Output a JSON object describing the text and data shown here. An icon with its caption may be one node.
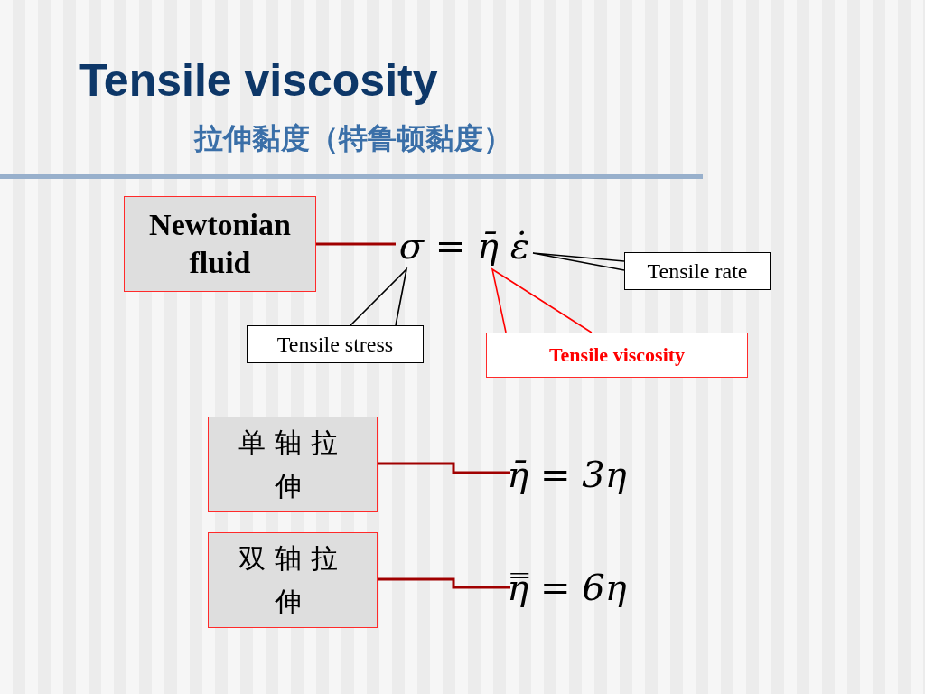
{
  "diagram": {
    "title": "Tensile viscosity",
    "nodes": [
      {
        "text": [
          "Newtonian fluid"
        ]
      },
      {
        "text": [
          "σ = η̄ ε̇"
        ]
      },
      {
        "text": [
          "Tensile stress"
        ]
      },
      {
        "text": [
          "Tensile viscosity"
        ]
      },
      {
        "text": [
          "Tensile rate"
        ]
      },
      {
        "text": [
          "单轴拉伸"
        ]
      },
      {
        "text": [
          "η̄ = 3η"
        ]
      },
      {
        "text": [
          "双轴拉伸"
        ]
      },
      {
        "text": [
          "η̿ = 6η"
        ]
      }
    ],
    "edges": [
      {
        "from": 0,
        "to": 1,
        "arrow": "none",
        "color": "#a00000"
      },
      {
        "from": 2,
        "to": 1,
        "arrow": "none",
        "color": "#000000"
      },
      {
        "from": 3,
        "to": 1,
        "arrow": "none",
        "color": "#ff0000"
      },
      {
        "from": 4,
        "to": 1,
        "arrow": "none",
        "color": "#000000"
      },
      {
        "from": 5,
        "to": 6,
        "arrow": "none",
        "color": "#a00000"
      },
      {
        "from": 7,
        "to": 8,
        "arrow": "none",
        "color": "#a00000"
      }
    ],
    "labels": [
      "拉伸黏度（特鲁顿黏度）"
    ]
  }
}
